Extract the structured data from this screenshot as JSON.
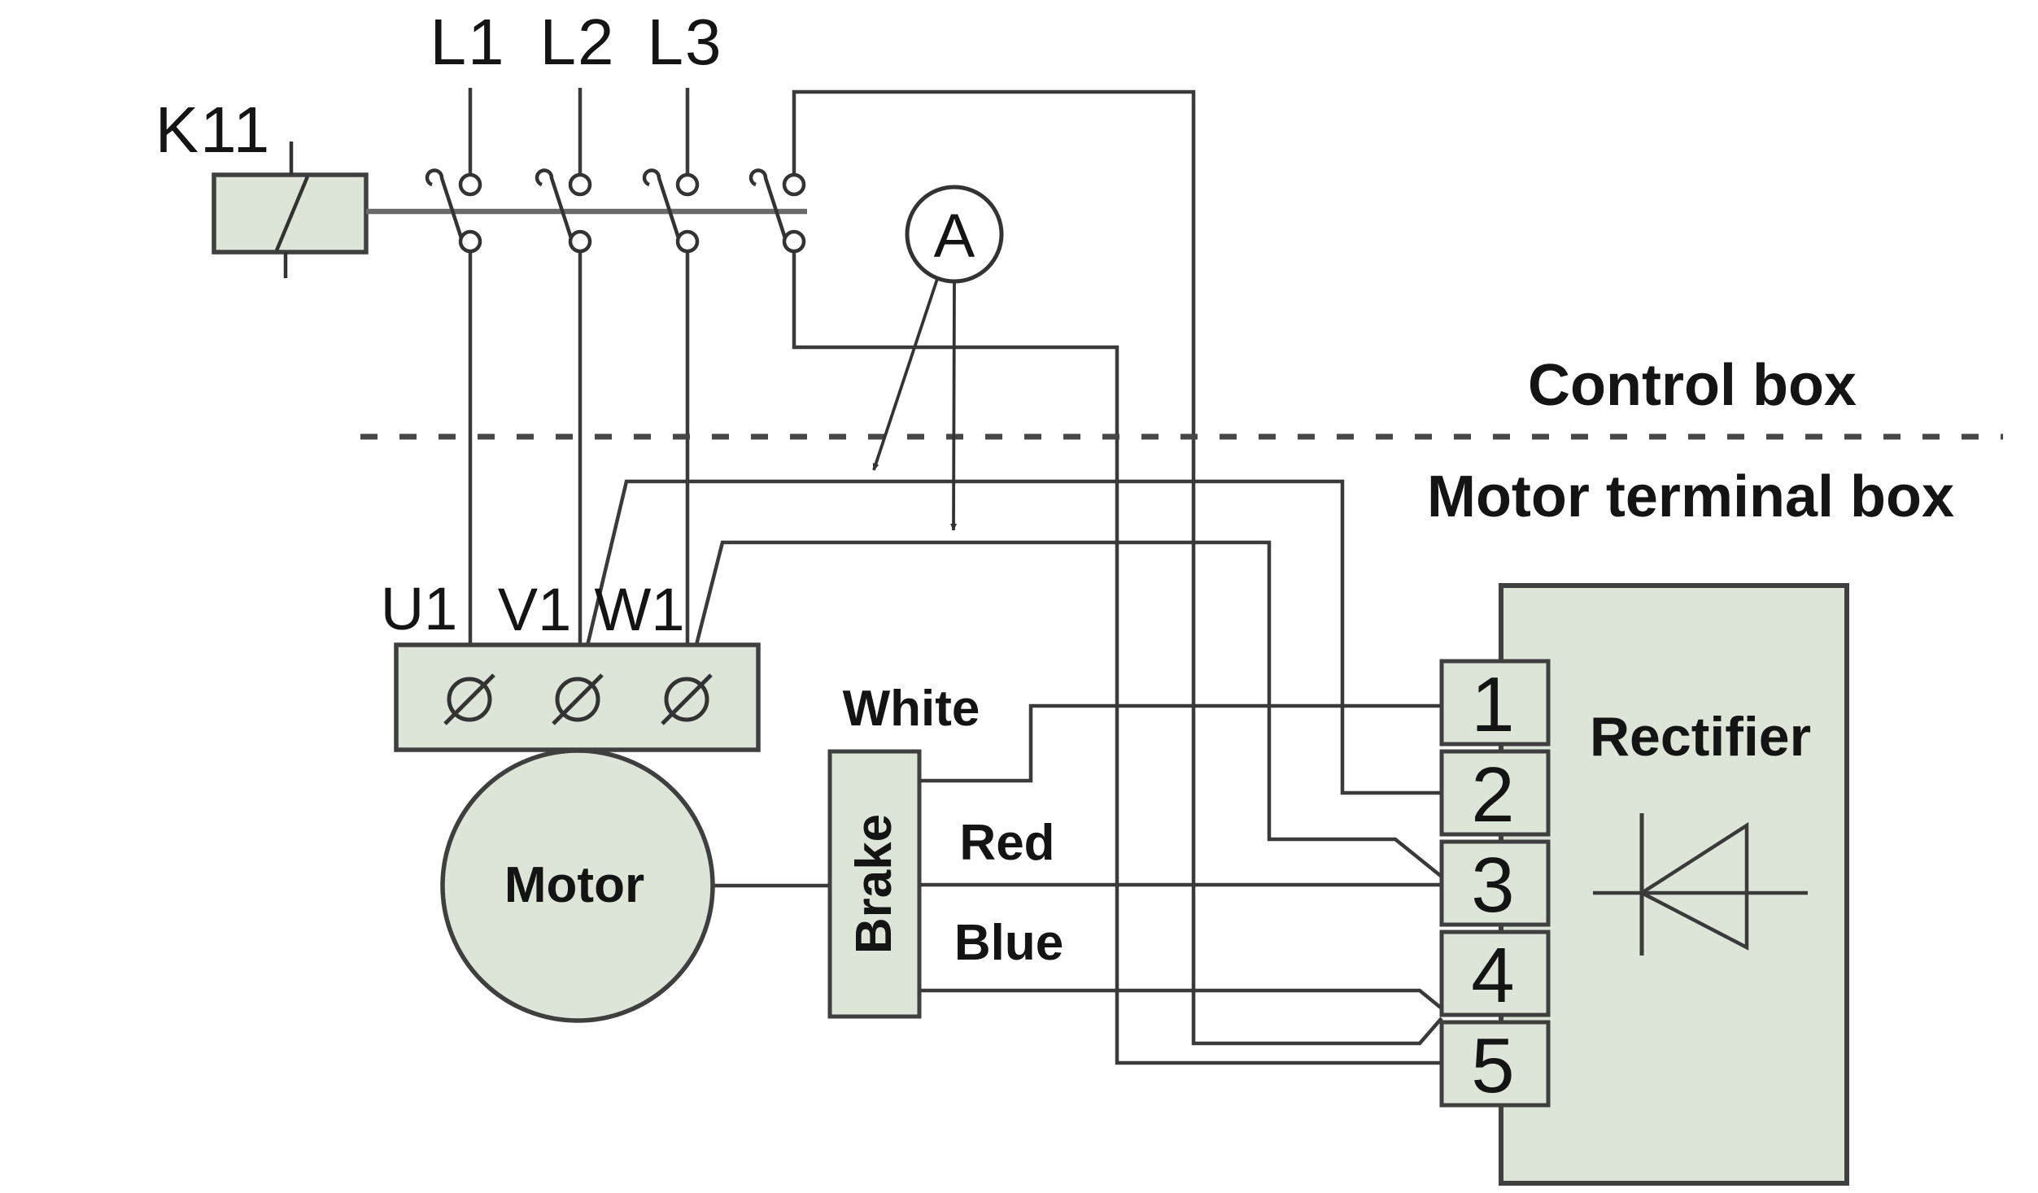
{
  "diagram": {
    "contactor_label": "K11",
    "phase_labels": [
      "L1",
      "L2",
      "L3"
    ],
    "ammeter_label": "A",
    "sections": {
      "control_box": "Control box",
      "motor_terminal_box": "Motor terminal box"
    },
    "motor_terminals": [
      "U1",
      "V1",
      "W1"
    ],
    "motor_label": "Motor",
    "brake_label": "Brake",
    "brake_wire_labels": {
      "white": "White",
      "red": "Red",
      "blue": "Blue"
    },
    "rectifier_label": "Rectifier",
    "terminal_numbers": [
      "1",
      "2",
      "3",
      "4",
      "5"
    ],
    "colors": {
      "component_fill": "#dce5d8",
      "component_border": "#3f3f3f",
      "wire": "#3a3a3a",
      "linkage": "#6a6a6a",
      "dashed_divider": "#474747"
    }
  }
}
